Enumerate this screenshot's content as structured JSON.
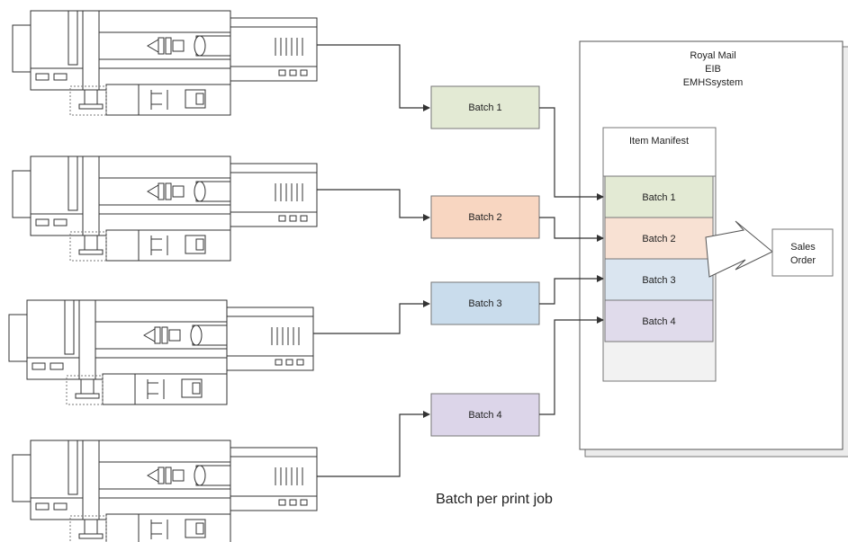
{
  "system": {
    "lines": [
      "Royal Mail",
      "EIB",
      "EMHSsystem"
    ]
  },
  "manifest": {
    "title": "Item Manifest",
    "rows": [
      "Batch 1",
      "Batch 2",
      "Batch 3",
      "Batch 4"
    ]
  },
  "batches": [
    {
      "label": "Batch 1",
      "color": "#e3ead4"
    },
    {
      "label": "Batch 2",
      "color": "#f8d6c1"
    },
    {
      "label": "Batch 3",
      "color": "#c9dcec"
    },
    {
      "label": "Batch 4",
      "color": "#dcd5e9"
    }
  ],
  "sales_order": {
    "lines": [
      "Sales",
      "Order"
    ]
  },
  "caption": "Batch per print job",
  "colors": {
    "manifest_rows": [
      "#e3ead4",
      "#f8e1d3",
      "#dae5f0",
      "#e0dbeb"
    ]
  }
}
